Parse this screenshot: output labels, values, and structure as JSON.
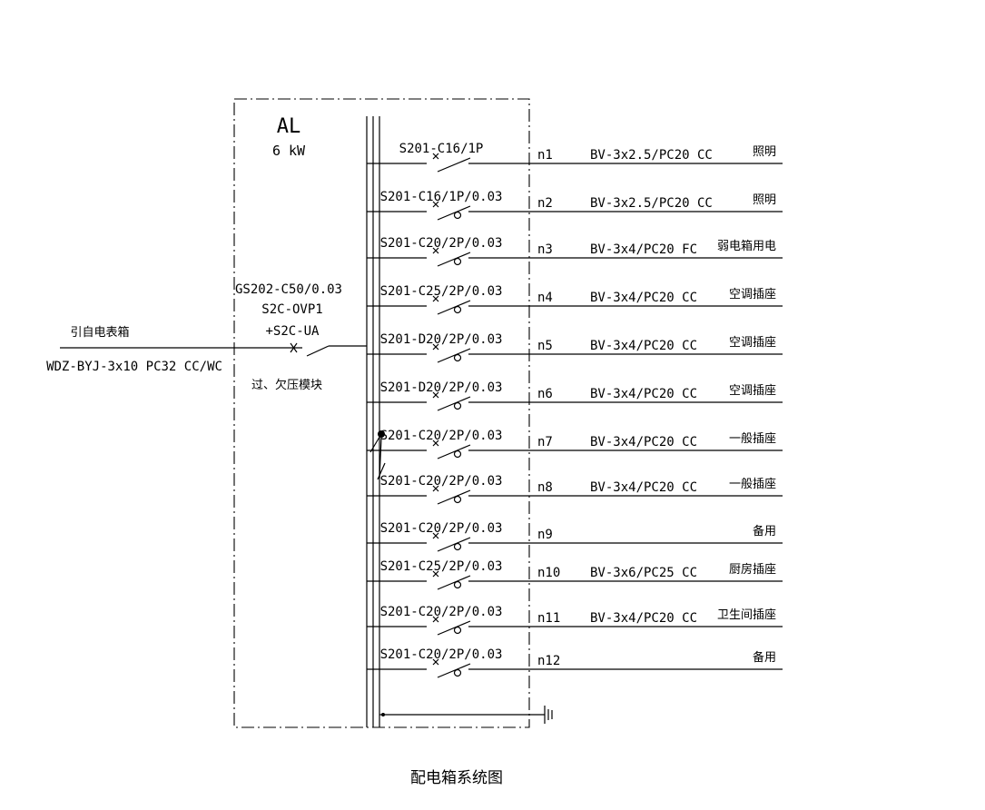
{
  "panel": {
    "name": "AL",
    "power": "6 kW",
    "main_breaker": [
      "GS202-C50/0.03",
      "S2C-OVP1",
      "+S2C-UA"
    ],
    "protection_note": "过、欠压模块"
  },
  "incoming": {
    "source": "引自电表箱",
    "cable": "WDZ-BYJ-3x10  PC32  CC/WC"
  },
  "circuits": [
    {
      "breaker": "S201-C16/1P",
      "id": "n1",
      "cable": "BV-3x2.5/PC20  CC",
      "load": "照明",
      "rcd": false
    },
    {
      "breaker": "S201-C16/1P/0.03",
      "id": "n2",
      "cable": "BV-3x2.5/PC20  CC",
      "load": "照明",
      "rcd": true
    },
    {
      "breaker": "S201-C20/2P/0.03",
      "id": "n3",
      "cable": "BV-3x4/PC20  FC",
      "load": "弱电箱用电",
      "rcd": true
    },
    {
      "breaker": "S201-C25/2P/0.03",
      "id": "n4",
      "cable": "BV-3x4/PC20  CC",
      "load": "空调插座",
      "rcd": true
    },
    {
      "breaker": "S201-D20/2P/0.03",
      "id": "n5",
      "cable": "BV-3x4/PC20  CC",
      "load": "空调插座",
      "rcd": true
    },
    {
      "breaker": "S201-D20/2P/0.03",
      "id": "n6",
      "cable": "BV-3x4/PC20  CC",
      "load": "空调插座",
      "rcd": true
    },
    {
      "breaker": "S201-C20/2P/0.03",
      "id": "n7",
      "cable": "BV-3x4/PC20  CC",
      "load": "一般插座",
      "rcd": true
    },
    {
      "breaker": "S201-C20/2P/0.03",
      "id": "n8",
      "cable": "BV-3x4/PC20  CC",
      "load": "一般插座",
      "rcd": true
    },
    {
      "breaker": "S201-C20/2P/0.03",
      "id": "n9",
      "cable": "",
      "load": "备用",
      "rcd": true
    },
    {
      "breaker": "S201-C25/2P/0.03",
      "id": "n10",
      "cable": "BV-3x6/PC25  CC",
      "load": "厨房插座",
      "rcd": true
    },
    {
      "breaker": "S201-C20/2P/0.03",
      "id": "n11",
      "cable": "BV-3x4/PC20  CC",
      "load": "卫生间插座",
      "rcd": true
    },
    {
      "breaker": "S201-C20/2P/0.03",
      "id": "n12",
      "cable": "",
      "load": "备用",
      "rcd": true
    }
  ],
  "caption": "配电箱系统图"
}
